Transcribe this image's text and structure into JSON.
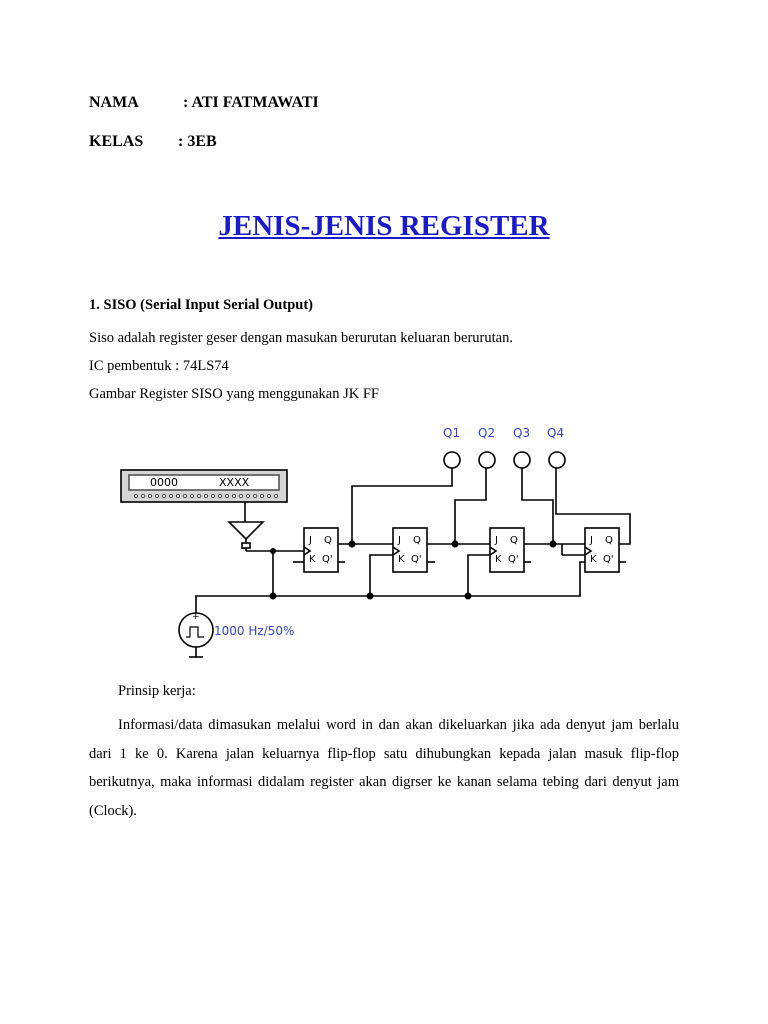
{
  "header": {
    "nama_label": "NAMA",
    "nama_value": ": ATI FATMAWATI",
    "kelas_label": "KELAS",
    "kelas_value": ": 3EB"
  },
  "title": "JENIS-JENIS REGISTER",
  "section": {
    "heading": "1. SISO (Serial Input Serial Output)",
    "lines": [
      "Siso adalah register geser dengan masukan berurutan keluaran berurutan.",
      "IC pembentuk : 74LS74",
      "Gambar Register SISO yang menggunakan JK FF"
    ]
  },
  "circuit": {
    "word_gen_left": "0000",
    "word_gen_right": "XXXX",
    "outputs": [
      "Q1",
      "Q2",
      "Q3",
      "Q4"
    ],
    "ff_labels": {
      "j": "J",
      "k": "K",
      "q": "Q",
      "qn": "Q'"
    },
    "clock_label": "1000 Hz/50%",
    "clock_plus": "+",
    "wire_color": "#000000",
    "label_color": "#3344cc"
  },
  "principle": {
    "heading": "Prinsip kerja:",
    "paragraph": "Informasi/data dimasukan melalui word in dan akan dikeluarkan jika ada denyut jam berlalu dari 1 ke 0. Karena jalan keluarnya flip-flop satu dihubungkan kepada jalan masuk flip-flop berikutnya, maka informasi didalam register akan digrser ke kanan selama tebing dari denyut jam (Clock)."
  }
}
